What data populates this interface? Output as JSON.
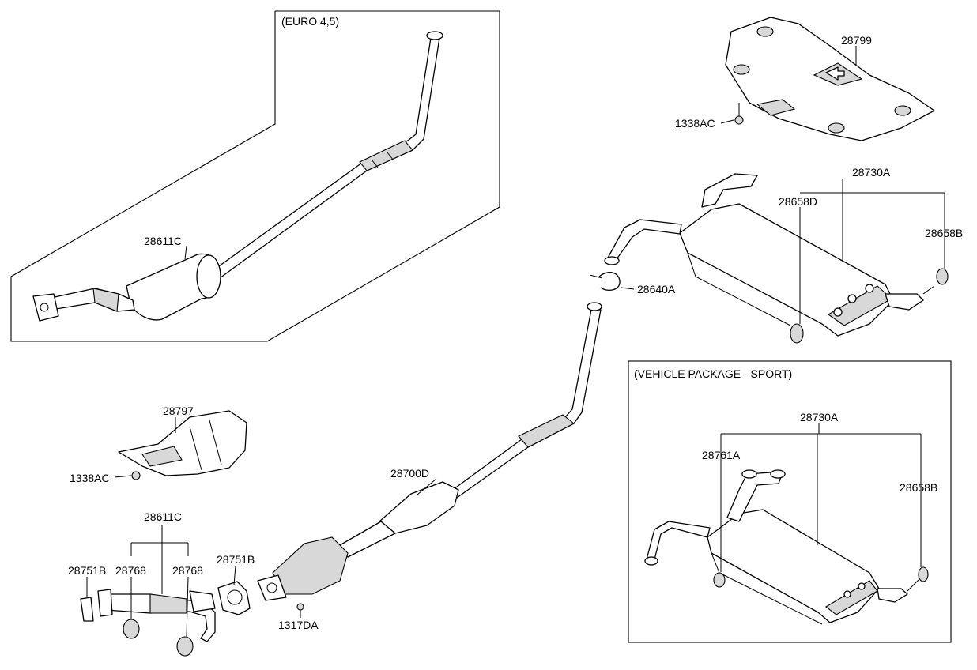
{
  "groups": {
    "euro": "(EURO 4,5)",
    "sport": "(VEHICLE PACKAGE - SPORT)"
  },
  "labels": {
    "heat_shield_rear": "28799",
    "nut_rear": "1338AC",
    "muffler_rear": "28730A",
    "hanger_rubber_d": "28658D",
    "hanger_rubber_b": "28658B",
    "clamp": "28640A",
    "euro_center_pipe": "28611C",
    "heat_shield_front": "28797",
    "nut_front": "1338AC",
    "center_muffler": "28700D",
    "front_pipe": "28611C",
    "gasket_left": "28751B",
    "hanger_left": "28768",
    "hanger_right": "28768",
    "gasket_right": "28751B",
    "bolt": "1317DA",
    "sport_muffler": "28730A",
    "sport_tail_pipe": "28761A",
    "sport_hanger": "28658B"
  }
}
